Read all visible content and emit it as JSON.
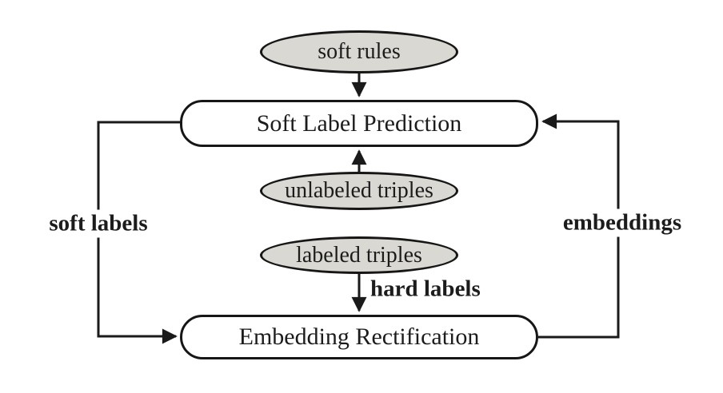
{
  "diagram": {
    "type": "flowchart",
    "background_color": "#ffffff",
    "stroke_color": "#1a1a1a",
    "ellipse_fill_color": "#d9d8d2",
    "process_fill_color": "#ffffff",
    "text_color": "#1c1c1c",
    "nodes": {
      "soft_rules": {
        "label": "soft rules",
        "shape": "ellipse"
      },
      "soft_label_prediction": {
        "label": "Soft Label Prediction",
        "shape": "rounded-rect"
      },
      "unlabeled_triples": {
        "label": "unlabeled triples",
        "shape": "ellipse"
      },
      "labeled_triples": {
        "label": "labeled triples",
        "shape": "ellipse"
      },
      "embedding_rectification": {
        "label": "Embedding Rectification",
        "shape": "rounded-rect"
      }
    },
    "edges": [
      {
        "from": "soft_rules",
        "to": "soft_label_prediction",
        "label": "",
        "direction": "down"
      },
      {
        "from": "unlabeled_triples",
        "to": "soft_label_prediction",
        "label": "",
        "direction": "up"
      },
      {
        "from": "labeled_triples",
        "to": "embedding_rectification",
        "label": "hard labels",
        "direction": "down"
      },
      {
        "from": "soft_label_prediction",
        "to": "embedding_rectification",
        "label": "soft labels",
        "direction": "left-loop"
      },
      {
        "from": "embedding_rectification",
        "to": "soft_label_prediction",
        "label": "embeddings",
        "direction": "right-loop"
      }
    ],
    "edge_labels": {
      "soft_labels": "soft labels",
      "hard_labels": "hard labels",
      "embeddings": "embeddings"
    }
  }
}
